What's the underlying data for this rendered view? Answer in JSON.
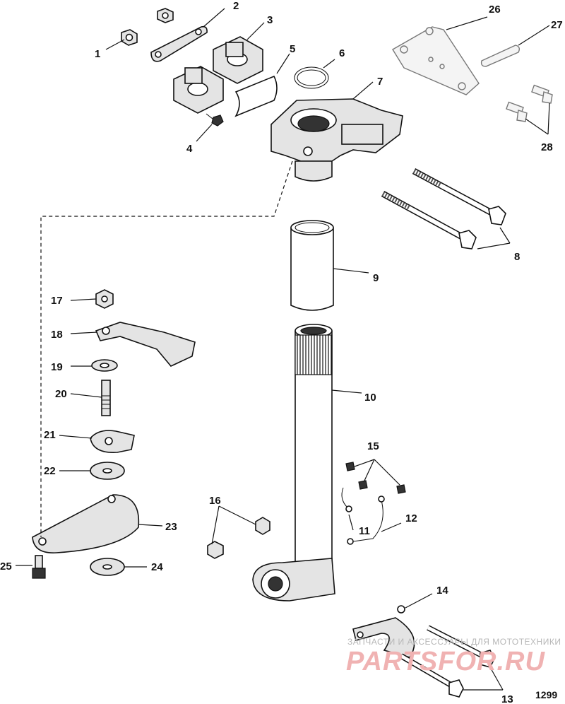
{
  "diagram": {
    "callouts": [
      "1",
      "2",
      "3",
      "4",
      "5",
      "6",
      "7",
      "8",
      "9",
      "10",
      "11",
      "12",
      "13",
      "14",
      "15",
      "16",
      "17",
      "18",
      "19",
      "20",
      "21",
      "22",
      "23",
      "24",
      "25",
      "26",
      "27",
      "28"
    ],
    "figure_code": "1299"
  },
  "watermark": {
    "line1": "ЗАПЧАСТИ И АКСЕССУАРЫ ДЛЯ МОТОТЕХНИКИ",
    "line2": "PARTSFOR.RU"
  }
}
